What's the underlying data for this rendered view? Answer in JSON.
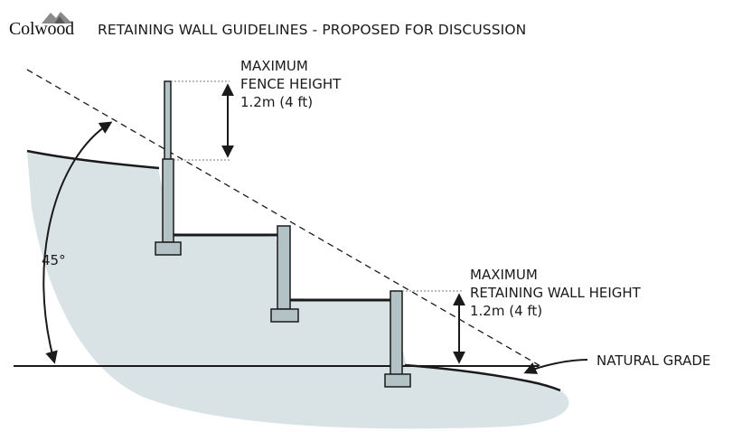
{
  "header": {
    "logo_text": "Colwood",
    "title": "RETAINING WALL GUIDELINES - PROPOSED FOR DISCUSSION"
  },
  "diagram": {
    "fence_label": {
      "line1": "MAXIMUM",
      "line2": "FENCE HEIGHT",
      "line3": "1.2m (4 ft)"
    },
    "wall_label": {
      "line1": "MAXIMUM",
      "line2": "RETAINING WALL HEIGHT",
      "line3": "1.2m (4 ft)"
    },
    "angle_label": "45°",
    "grade_label": "NATURAL GRADE"
  },
  "colors": {
    "ground": "#d9e3e5",
    "wall": "#b3c2c4",
    "stroke": "#1a1a1a"
  }
}
